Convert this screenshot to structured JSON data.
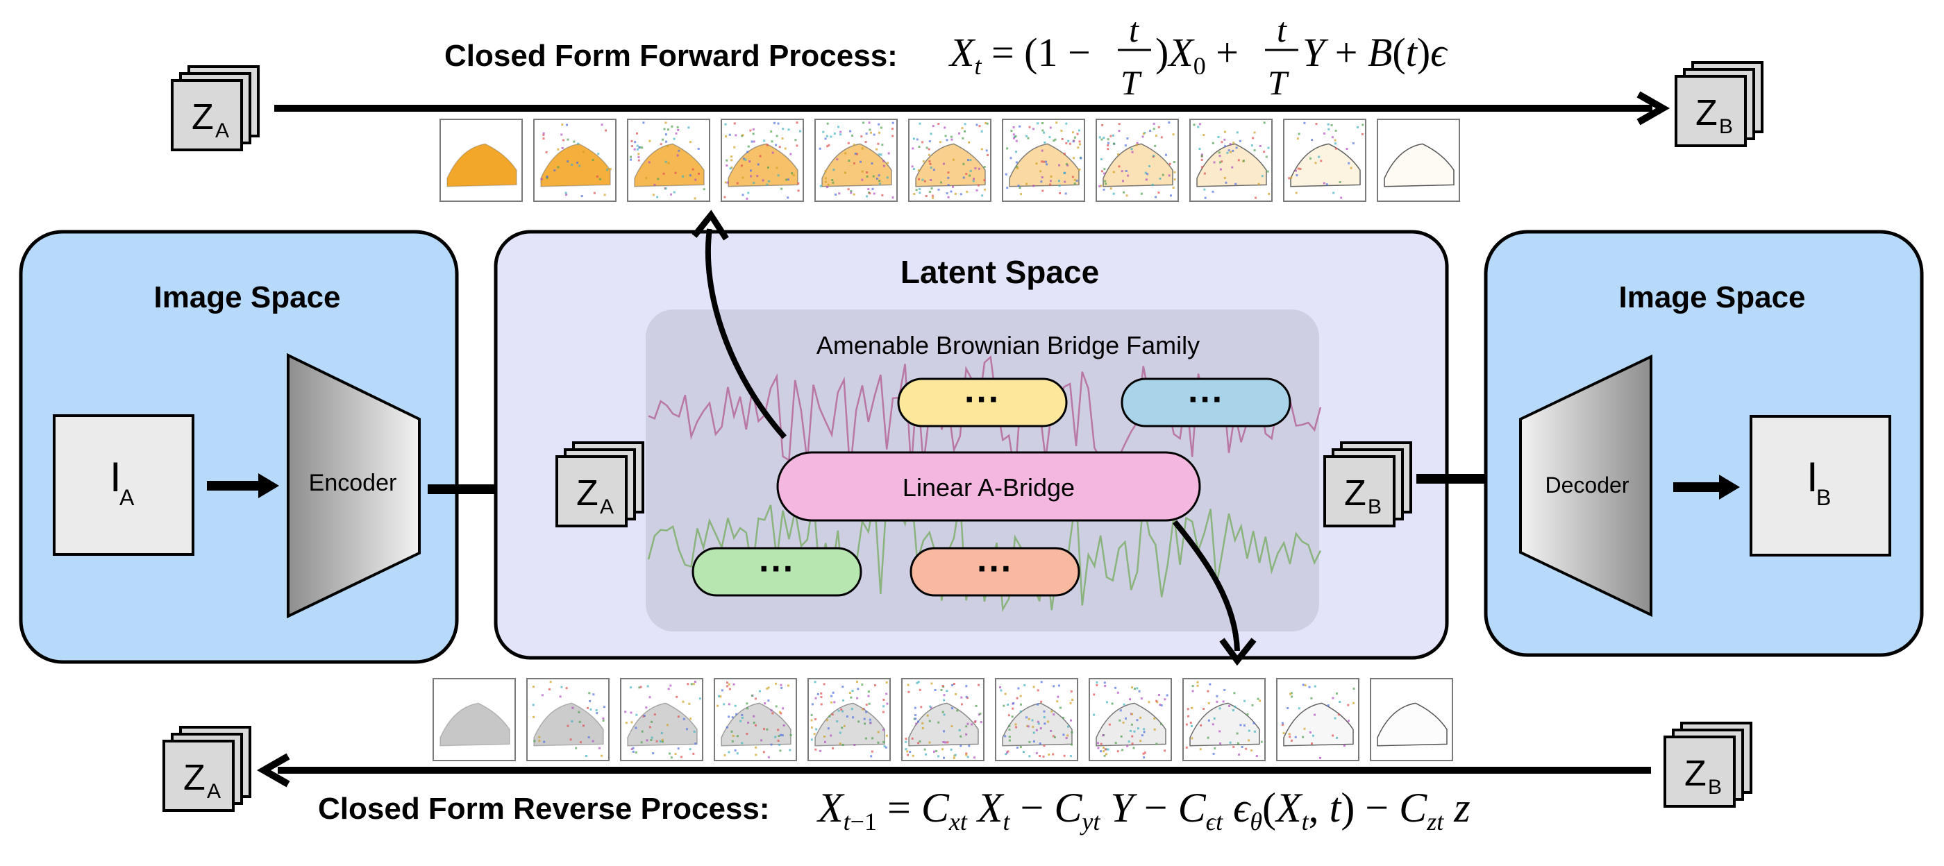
{
  "forward": {
    "label": "Closed Form Forward Process:",
    "start_latent": {
      "main": "Z",
      "sub": "A"
    },
    "end_latent": {
      "main": "Z",
      "sub": "B"
    }
  },
  "reverse": {
    "label": "Closed Form Reverse Process:",
    "start_latent": {
      "main": "Z",
      "sub": "B"
    },
    "end_latent": {
      "main": "Z",
      "sub": "A"
    }
  },
  "left_panel": {
    "title": "Image Space",
    "image": {
      "main": "I",
      "sub": "A"
    },
    "module": "Encoder"
  },
  "right_panel": {
    "title": "Image Space",
    "image": {
      "main": "I",
      "sub": "B"
    },
    "module": "Decoder"
  },
  "latent_panel": {
    "title": "Latent Space",
    "family_title": "Amenable Brownian Bridge Family",
    "bridge_label": "Linear A-Bridge",
    "ellipsis": "···",
    "left_latent": {
      "main": "Z",
      "sub": "A"
    },
    "right_latent": {
      "main": "Z",
      "sub": "B"
    }
  },
  "pill_colors": {
    "yellow": "#FCE79A",
    "blue": "#A9D3E8",
    "pink": "#F4B8E0",
    "green": "#B8E6B0",
    "orange": "#F9B8A0"
  },
  "panel_colors": {
    "image_space": "#B7DAFB",
    "latent_space": "#E3E3FA",
    "family_box": "#CFCFE3"
  },
  "thumbnail_strip": {
    "forward_frames": 11,
    "reverse_frames": 11
  }
}
